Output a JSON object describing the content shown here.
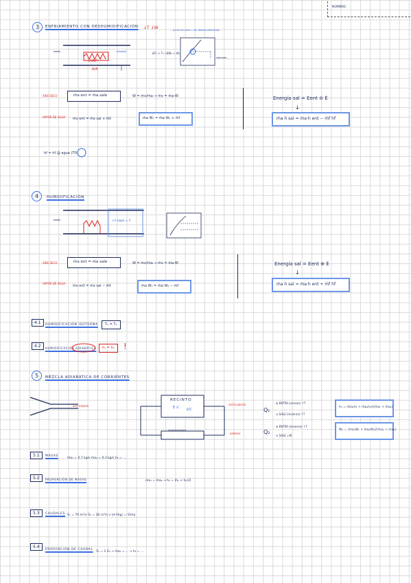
{
  "header": {
    "field_label": "NOMBRE:"
  },
  "s3": {
    "num": "3",
    "title": "ENFRIAMIENTO CON DESHUMIDIFICACIÓN",
    "tag": "↓T ↓W",
    "note_top": "punto de rocío = sin deshumidificación",
    "note_saturado": "saturado",
    "evap_label": "EVAP",
    "aa_label": "A/A",
    "diag_note": "ΔT₂ > T₁ / ΔW₂ < W₁",
    "aire_seco": "AIRE SECO",
    "vapor_agua": "VAPOR DE AGUA",
    "eq_air": "ṁa ent = ṁa sale",
    "eq_vapor": "ṁv ent = ṁv sal + ṁf",
    "eq_w": "W = ṁv/ṁa → ṁv = ṁa·W",
    "eq_w_box": "ṁa W₁ = ṁa W₂ + ṁf",
    "energy_title": "Energía sal = Eent ⊖ Ė",
    "energy_box": "ṁa h sal = ṁa·h ent − ṁf hf",
    "hf_note": "hf = hf @ agua (Tf)"
  },
  "s4": {
    "num": "4",
    "title": "HUMIDIFICACIÓN",
    "note": "+3 vapor = 3",
    "aire_seco": "AIRE SECO",
    "vapor_agua": "VAPOR DE AGUA",
    "eq_air": "ṁa ent = ṁa sale",
    "eq_vapor": "ṁv ent = ṁv sal − ṁf",
    "eq_w": "W = ṁv/ṁa → ṁv = ṁa·W",
    "eq_w_box": "ṁa W₁ = ṁa W₂ − ṁf",
    "energy_title": "Energía sal = Eent ⊕ Ė",
    "energy_box": "ṁa h sal = ṁa·h ent + ṁf hf",
    "s41_num": "4.1",
    "s41_title": "HUMIDIFICACIÓN ISOTERMA",
    "s41_eq": "T₁ = T₂",
    "s42_num": "4.2",
    "s42_title": "HUMIDIFICACIÓN ADIABÁTICA",
    "s42_eq": "h₁ = h₂",
    "s42_mark": "!"
  },
  "s5": {
    "num": "5",
    "title": "MEZCLA ADIABÁTICA DE CORRIENTES",
    "recinto": "RECINTO",
    "recinto_sub": "E ∅",
    "recinto_t": "ΔTC",
    "aire_mezcla": "aire mezcla",
    "recirculacion": "recirculación",
    "exterior": "exterior",
    "acondicionador": "acondicionador",
    "q1_label": "Q₁",
    "q1_opt1": "⊕ ENTRA (verano) ↑T",
    "q1_opt2": "⊖ SALE (invierno) ↑T",
    "q2_label": "Q₂",
    "q2_opt1": "⊕ ENTRA (invierno) ↑T",
    "q2_opt2": "⊖ SALE ↓W",
    "formula1": "h₃ = (ṁa₁h₁ + ṁa₂h₂)/(ṁa₁ + ṁa₂)",
    "formula2": "W₃ = (ṁa₁W₁ + ṁa₂W₂)/(ṁa₁ + ṁa₂)",
    "s51_num": "5.1",
    "s51_title": "MASAS",
    "s51_text": "ṁa₁ = 0.7 kg/s   ṁa₂ = 0.3 kg/s   h₃ = ...",
    "s52_num": "5.2",
    "s52_title": "PROPORCIÓN DE MASAS",
    "s52_text": "ṁa₁ = ṁa₂ → h₃ = (h₁ + h₂)/2",
    "s53_num": "5.3",
    "s53_title": "CAUDALES",
    "s53_text": "V̇₁ = 70 m³/s   V̇₂ = 30 m³/s   v (m³/kg) = V̇/ṁa",
    "s54_num": "5.4",
    "s54_title": "PROPORCIÓN DE CAUDAL",
    "s54_text": "V̇₁ = 2 V̇₂ → ṁa₁ = ... → h₃ = ..."
  }
}
